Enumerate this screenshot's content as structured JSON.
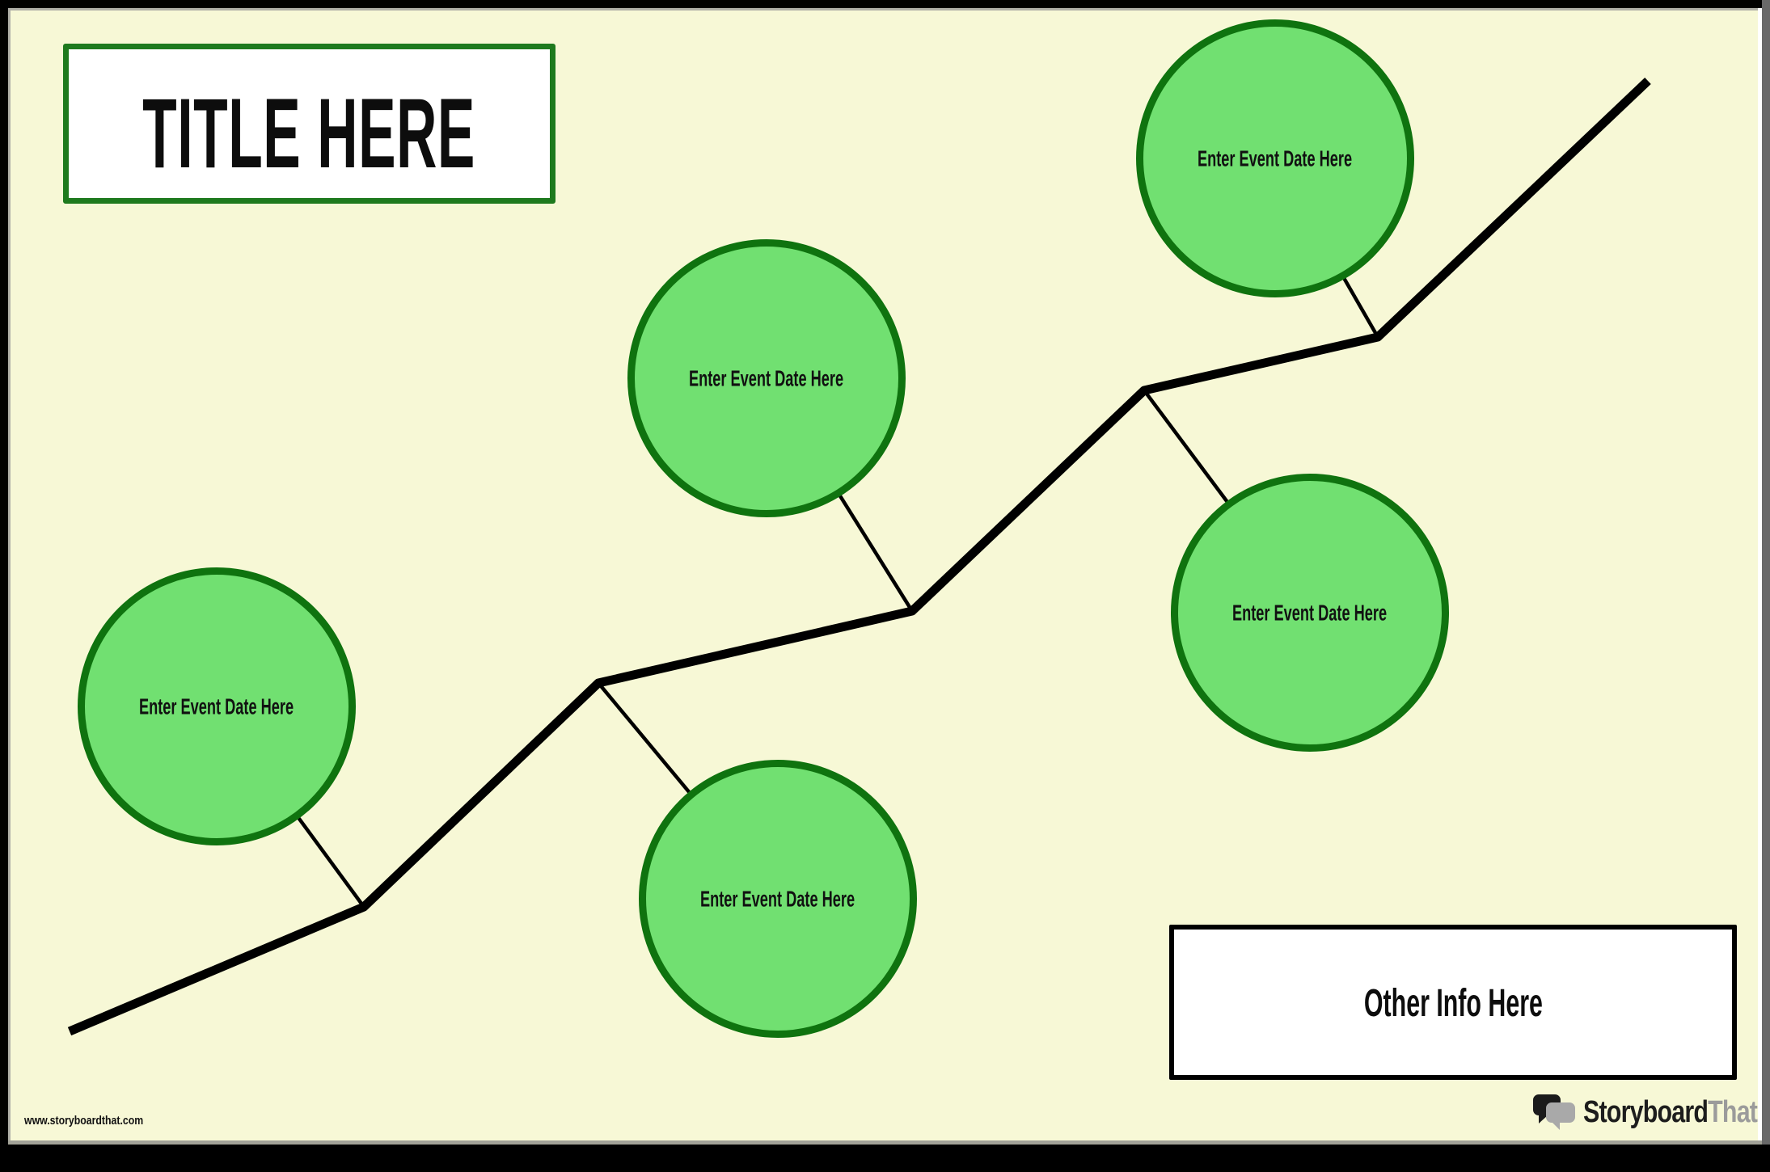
{
  "title": "TITLE HERE",
  "events": [
    {
      "label": "Enter Event Date Here"
    },
    {
      "label": "Enter Event Date Here"
    },
    {
      "label": "Enter Event Date Here"
    },
    {
      "label": "Enter Event Date Here"
    },
    {
      "label": "Enter Event Date Here"
    }
  ],
  "other_info": "Other Info Here",
  "footer": {
    "url": "www.storyboardthat.com",
    "logo_black": "Storyboard",
    "logo_gray": "That"
  },
  "colors": {
    "background": "#f7f8d6",
    "circle_fill": "#71e071",
    "circle_border": "#0f730f",
    "title_border": "#1e7a1e",
    "timeline": "#000000"
  }
}
